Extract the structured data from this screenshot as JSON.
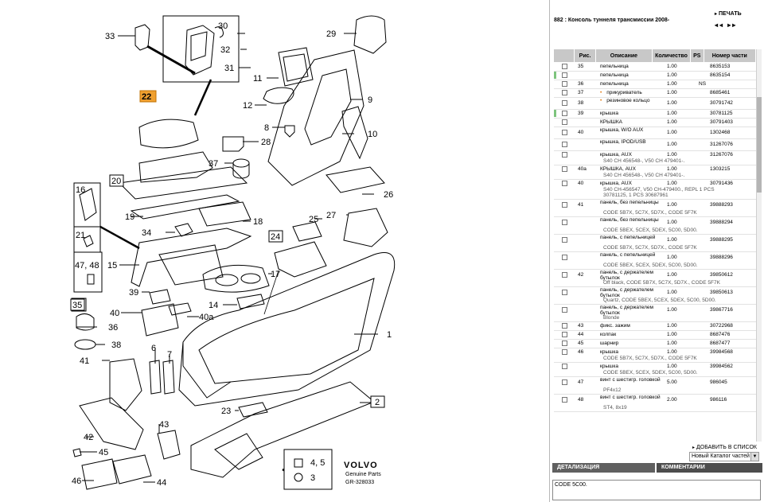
{
  "diagram": {
    "callouts": [
      "33",
      "30",
      "32",
      "31",
      "29",
      "11",
      "22",
      "12",
      "9",
      "8",
      "10",
      "28",
      "37",
      "20",
      "16",
      "26",
      "19",
      "18",
      "21",
      "25",
      "27",
      "34",
      "24",
      "15",
      "47, 48",
      "17",
      "35",
      "39",
      "14",
      "40",
      "40a",
      "36",
      "38",
      "6",
      "7",
      "1",
      "41",
      "2",
      "23",
      "43",
      "42",
      "45",
      "4, 5",
      "46",
      "44",
      "3"
    ],
    "brand": "VOLVO",
    "brand_sub": "Genuine Parts",
    "ref": "GR-328033"
  },
  "panel": {
    "title": "882 : Консоль туннеля трансмиссии 2008-",
    "print_label": "ПЕЧАТЬ",
    "nav_prev": "◂◂",
    "nav_next": "▸▸",
    "headers": {
      "pic": "Рис.",
      "desc": "Описание",
      "qty": "Количество",
      "ps": "PS",
      "num": "Номер части"
    },
    "rows": [
      {
        "pos": "35",
        "desc": "пепельница",
        "qty": "1.00",
        "ps": "",
        "num": "8635153",
        "note": "",
        "mark": false
      },
      {
        "pos": "",
        "desc": "пепельница",
        "qty": "1.00",
        "ps": "",
        "num": "8635154",
        "note": "",
        "mark": true
      },
      {
        "pos": "36",
        "desc": "пепельница",
        "qty": "1.00",
        "ps": "NS",
        "num": "",
        "note": "",
        "mark": false
      },
      {
        "pos": "37",
        "desc": "прикуриватель",
        "qty": "1.00",
        "ps": "",
        "num": "8685461",
        "note": "",
        "mark": false,
        "dot": true
      },
      {
        "pos": "38",
        "desc": "резиновое кольцо",
        "qty": "1.00",
        "ps": "",
        "num": "30791742",
        "note": "",
        "mark": false,
        "dot": true
      },
      {
        "pos": "39",
        "desc": "крышка",
        "qty": "1.00",
        "ps": "",
        "num": "30781125",
        "note": "",
        "mark": true
      },
      {
        "pos": "",
        "desc": "КРЫШКА",
        "qty": "1.00",
        "ps": "",
        "num": "30791403",
        "note": "",
        "mark": false
      },
      {
        "pos": "40",
        "desc": "крышка, W/O AUX",
        "qty": "1.00",
        "ps": "",
        "num": "1302468",
        "note": "",
        "mark": false
      },
      {
        "pos": "",
        "desc": "крышка, IPOD/USB",
        "qty": "1.00",
        "ps": "",
        "num": "31267076",
        "note": "",
        "mark": false
      },
      {
        "pos": "",
        "desc": "крышка, AUX",
        "qty": "1.00",
        "ps": "",
        "num": "31267076",
        "note": "S40 CH 456548-, V50 CH 479401-.",
        "mark": false
      },
      {
        "pos": "40a",
        "desc": "КРЫШКА, AUX",
        "qty": "1.00",
        "ps": "",
        "num": "1303215",
        "note": "S40 CH 456548-, V50 CH 479401-.",
        "mark": false
      },
      {
        "pos": "40",
        "desc": "крышка, AUX",
        "qty": "1.00",
        "ps": "",
        "num": "30791436",
        "note": "S40 CH-456547, V50 CH-479400., REPL 1 PCS|30781125, 1 PCS 30687961",
        "mark": false
      },
      {
        "pos": "41",
        "desc": "панель, без пепельницы",
        "qty": "1.00",
        "ps": "",
        "num": "39888293",
        "note": "CODE 5B7X, 5C7X, 5D7X., CODE 5F7K",
        "mark": false
      },
      {
        "pos": "",
        "desc": "панель, без пепельницы",
        "qty": "1.00",
        "ps": "",
        "num": "39888294",
        "note": "CODE 5BEX, 5CEX, 5DEX, 5C00, 5D00.",
        "mark": false
      },
      {
        "pos": "",
        "desc": "панель, с пепельницей",
        "qty": "1.00",
        "ps": "",
        "num": "39888295",
        "note": "CODE 5B7X, 5C7X, 5D7X., CODE 5F7K",
        "mark": false
      },
      {
        "pos": "",
        "desc": "панель, с пепельницей",
        "qty": "1.00",
        "ps": "",
        "num": "39888296",
        "note": "CODE 5BEX, 5CEX, 5DEX, 5C00, 5D00.",
        "mark": false
      },
      {
        "pos": "42",
        "desc": "панель, с держателем бутылок",
        "qty": "1.00",
        "ps": "",
        "num": "39850612",
        "note": "Off black, CODE 5B7X, 5C7X, 5D7X., CODE 5F7K",
        "mark": false
      },
      {
        "pos": "",
        "desc": "панель, с держателем бутылок",
        "qty": "1.00",
        "ps": "",
        "num": "39850613",
        "note": "Quartz, CODE 5BEX, 5CEX, 5DEX, 5C00, 5D00.",
        "mark": false
      },
      {
        "pos": "",
        "desc": "панель, с держателем бутылок",
        "qty": "1.00",
        "ps": "",
        "num": "39867716",
        "note": "Blonde",
        "mark": false
      },
      {
        "pos": "43",
        "desc": "фикс. зажим",
        "qty": "1.00",
        "ps": "",
        "num": "30722968",
        "note": "",
        "mark": false
      },
      {
        "pos": "44",
        "desc": "колпак",
        "qty": "1.00",
        "ps": "",
        "num": "8687476",
        "note": "",
        "mark": false
      },
      {
        "pos": "45",
        "desc": "шарнир",
        "qty": "1.00",
        "ps": "",
        "num": "8687477",
        "note": "",
        "mark": false
      },
      {
        "pos": "46",
        "desc": "крышка",
        "qty": "1.00",
        "ps": "",
        "num": "39984568",
        "note": "CODE 5B7X, 5C7X, 5D7X., CODE 5F7K",
        "mark": false
      },
      {
        "pos": "",
        "desc": "крышка",
        "qty": "1.00",
        "ps": "",
        "num": "39984562",
        "note": "CODE 5BEX, 5CEX, 5DEX, 5C00, 5D00.",
        "mark": false
      },
      {
        "pos": "47",
        "desc": "винт с шестигр. головкой",
        "qty": "5.00",
        "ps": "",
        "num": "986045",
        "note": "PF4x12",
        "mark": false
      },
      {
        "pos": "48",
        "desc": "винт с шестигр. головкой",
        "qty": "2.00",
        "ps": "",
        "num": "986116",
        "note": "ST4, 8x19",
        "mark": false
      }
    ],
    "add_to_list": "ДОБАВИТЬ В СПИСОК",
    "catalog_select": "Новый Каталог частей",
    "tab_details": "ДЕТАЛИЗАЦИЯ",
    "tab_comments": "КОММЕНТАРИИ",
    "details_text": "CODE 5C00.",
    "colors": {
      "marker": "#7dc47d",
      "header": "#c8c8c8",
      "tab": "#606060",
      "highlight": "#f0a030"
    }
  }
}
